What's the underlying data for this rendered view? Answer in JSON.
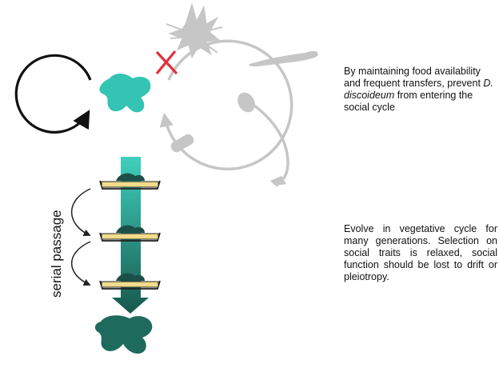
{
  "captions": {
    "social_cycle": {
      "part1": "By maintaining  food availability and frequent transfers, prevent ",
      "species": "D. discoideum",
      "part2": " from entering the social cycle"
    },
    "vegetative_evolution": "Evolve in vegetative cycle for many generations. Selection on social traits is relaxed, social function should be lost to drift or pleiotropy."
  },
  "labels": {
    "serial_passage": "serial passage"
  },
  "colors": {
    "amoeba_ancestral": "#33c4b3",
    "amoeba_evolved": "#1e6b5d",
    "social_cycle_gray": "#c6c6c6",
    "block_cross": "#e0313b",
    "plate_agar": "#f2dc8c",
    "passage_arrow_top": "#3fd0bd",
    "passage_arrow_bottom": "#17584d"
  },
  "icons": [
    "cycle-arrow-icon",
    "amoeba-icon",
    "aggregate-icon",
    "slug-icon",
    "fruiting-body-icon",
    "spore-capsule-icon",
    "cross-icon",
    "petri-dish-icon",
    "passage-arrow-icon"
  ],
  "passage_transfers": 3
}
